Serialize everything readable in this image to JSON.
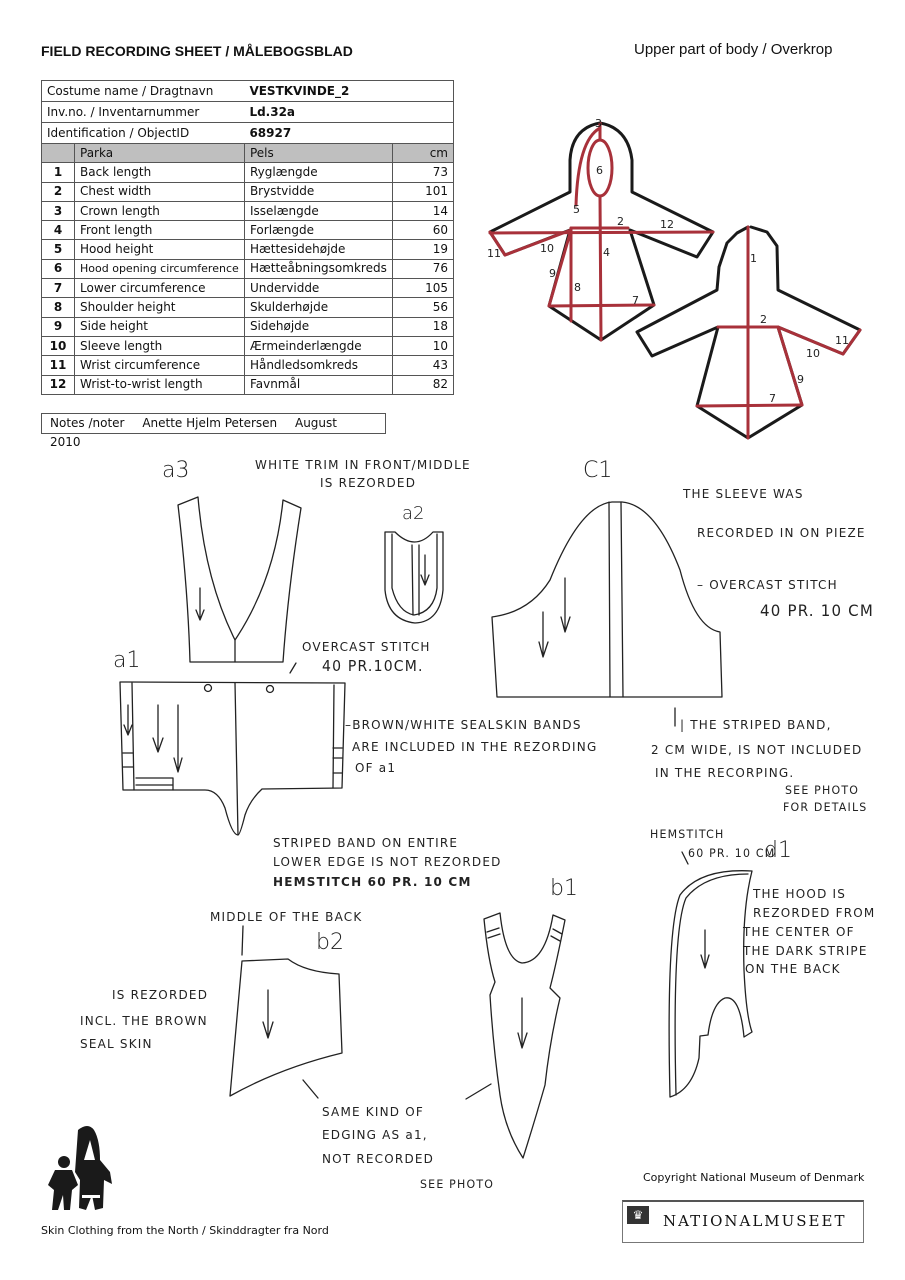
{
  "header": {
    "title": "FIELD RECORDING SHEET / MÅLEBOGSBLAD",
    "subtitle": "Upper part of body / Overkrop"
  },
  "info": {
    "costume_label": "Costume name / Dragtnavn",
    "costume_value": "VESTKVINDE_2",
    "inv_label": "Inv.no. / Inventarnummer",
    "inv_value": "Ld.32a",
    "id_label": "Identification / ObjectID",
    "id_value": "68927"
  },
  "table": {
    "headers": [
      "",
      "Parka",
      "Pels",
      "cm"
    ],
    "rows": [
      {
        "n": "1",
        "en": "Back length",
        "da": "Ryglængde",
        "cm": "73"
      },
      {
        "n": "2",
        "en": "Chest width",
        "da": "Brystvidde",
        "cm": "101"
      },
      {
        "n": "3",
        "en": "Crown length",
        "da": "Isselængde",
        "cm": "14"
      },
      {
        "n": "4",
        "en": "Front length",
        "da": "Forlængde",
        "cm": "60"
      },
      {
        "n": "5",
        "en": "Hood height",
        "da": "Hættesidehøjde",
        "cm": "19"
      },
      {
        "n": "6",
        "en": "Hood opening circumference",
        "da": "Hætteåbningsomkreds",
        "cm": "76"
      },
      {
        "n": "7",
        "en": "Lower circumference",
        "da": "Undervidde",
        "cm": "105"
      },
      {
        "n": "8",
        "en": "Shoulder height",
        "da": "Skulderhøjde",
        "cm": "56"
      },
      {
        "n": "9",
        "en": "Side height",
        "da": "Sidehøjde",
        "cm": "18"
      },
      {
        "n": "10",
        "en": "Sleeve length",
        "da": "Ærmeinderlængde",
        "cm": "10"
      },
      {
        "n": "11",
        "en": "Wrist circumference",
        "da": "Håndledsomkreds",
        "cm": "43"
      },
      {
        "n": "12",
        "en": "Wrist-to-wrist length",
        "da": "Favnmål",
        "cm": "82"
      }
    ]
  },
  "notes": {
    "label": "Notes /noter",
    "author": "Anette Hjelm Petersen",
    "date": "August 2010"
  },
  "diagram": {
    "front_numbers": [
      "3",
      "6",
      "5",
      "2",
      "12",
      "11",
      "10",
      "4",
      "9",
      "8",
      "7"
    ],
    "back_numbers": [
      "1",
      "2",
      "11",
      "10",
      "9",
      "7"
    ]
  },
  "colors": {
    "measure_line": "#a8313a",
    "outline": "#1a1a1a"
  },
  "pieces": {
    "a3": "a3",
    "a2": "a2",
    "a1": "a1",
    "c1": "C1",
    "b2": "b2",
    "b1": "b1",
    "d1": "d1"
  },
  "handwritten": {
    "a3_note": [
      "WHITE TRIM IN FRONT/MIDDLE",
      "IS REZORDED"
    ],
    "a3_stitch": [
      "OVERCAST STITCH",
      "40 PR.10CM."
    ],
    "c1_note": [
      "THE SLEEVE WAS",
      "RECORDED IN ON PIEZE",
      "– OVERCAST STITCH",
      "40 PR. 10 CM"
    ],
    "a1_bands": [
      "–BROWN/WHITE SEALSKIN BANDS",
      "ARE INCLUDED IN THE REZORDING",
      "OF a1"
    ],
    "c1_band": [
      "| THE STRIPED BAND,",
      "2 CM WIDE, IS NOT INCLUDED",
      "IN THE RECORPING.",
      "SEE PHOTO",
      "FOR DETAILS"
    ],
    "a1_edge": [
      "STRIPED BAND ON ENTIRE",
      "LOWER EDGE IS NOT REZORDED",
      "HEMSTITCH 60 PR. 10 CM"
    ],
    "b2_middle": "MIDDLE OF THE BACK",
    "b2_note": [
      "IS REZORDED",
      "INCL. THE BROWN",
      "SEAL SKIN"
    ],
    "b_edging": [
      "SAME KIND OF",
      "EDGING AS a1,",
      "NOT RECORDED",
      "SEE PHOTO"
    ],
    "d1_stitch": [
      "HEMSTITCH",
      "60 PR. 10 CM"
    ],
    "d1_note": [
      "THE HOOD IS",
      "REZORDED FROM",
      "THE CENTER OF",
      "THE DARK STRIPE",
      "ON THE BACK"
    ]
  },
  "footer": {
    "project": "Skin Clothing from the North / Skinddragter fra Nord",
    "copyright": "Copyright National Museum of Denmark",
    "museum_logo": "NATIONALMUSEET"
  }
}
